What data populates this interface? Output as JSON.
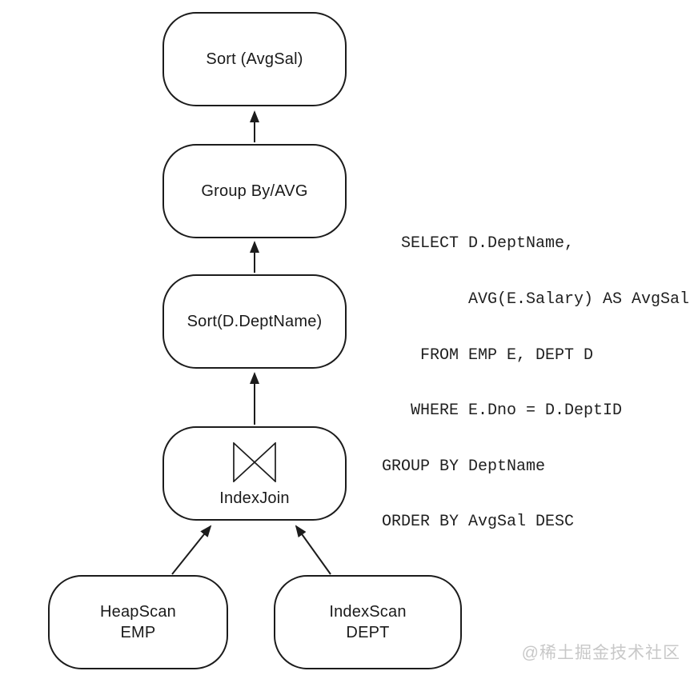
{
  "diagram": {
    "title_semantic": "query-execution-plan-tree",
    "nodes": {
      "sort_avgsal": {
        "label": "Sort (AvgSal)"
      },
      "group_by_avg": {
        "label": "Group By/AVG"
      },
      "sort_deptname": {
        "label": "Sort(D.DeptName)"
      },
      "index_join": {
        "label": "IndexJoin",
        "icon": "join-bowtie-icon"
      },
      "heapscan_emp": {
        "label": "HeapScan",
        "sublabel": "EMP"
      },
      "indexscan_dept": {
        "label": "IndexScan",
        "sublabel": "DEPT"
      }
    },
    "edges": [
      {
        "from": "group_by_avg",
        "to": "sort_avgsal"
      },
      {
        "from": "sort_deptname",
        "to": "group_by_avg"
      },
      {
        "from": "index_join",
        "to": "sort_deptname"
      },
      {
        "from": "heapscan_emp",
        "to": "index_join"
      },
      {
        "from": "indexscan_dept",
        "to": "index_join"
      }
    ]
  },
  "sql": {
    "lines": [
      "  SELECT D.DeptName,",
      "         AVG(E.Salary) AS AvgSal",
      "    FROM EMP E, DEPT D",
      "   WHERE E.Dno = D.DeptID",
      "GROUP BY DeptName",
      "ORDER BY AvgSal DESC"
    ]
  },
  "watermark": {
    "text": "@稀土掘金技术社区"
  },
  "colors": {
    "background": "#ffffff",
    "stroke": "#1c1c1c",
    "text": "#1a1a1a",
    "watermark": "#c8c8c8"
  }
}
